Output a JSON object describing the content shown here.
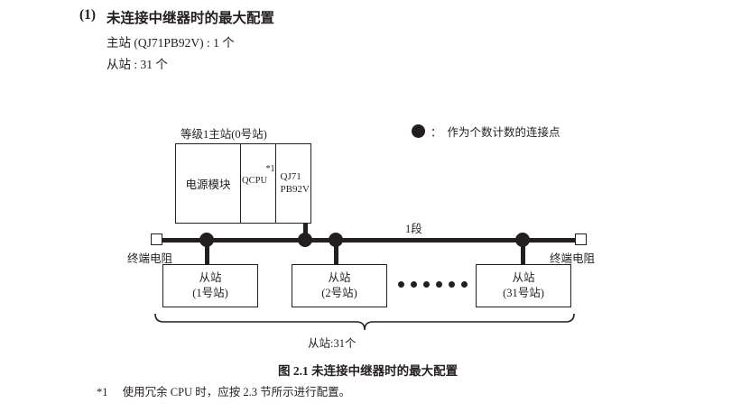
{
  "heading": {
    "number": "(1)",
    "title": "未连接中继器时的最大配置",
    "master_spec": "主站 (QJ71PB92V) : 1 个",
    "slave_spec": "从站 : 31 个"
  },
  "legend": {
    "icon": "filled-circle-icon",
    "colon": "：",
    "text": "作为个数计数的连接点"
  },
  "diagram": {
    "rack_label": "等级1主站(0号站)",
    "rack_cells": [
      {
        "name": "power-supply-module",
        "label": "电源模块"
      },
      {
        "name": "qcpu-module",
        "label": "QCPU",
        "note": "*1"
      },
      {
        "name": "network-module",
        "line1": "QJ71",
        "line2": "PB92V"
      }
    ],
    "segment_label": "1段",
    "terminator_left": "终端电阻",
    "terminator_right": "终端电阻",
    "slaves": [
      {
        "name": "slave-station-1",
        "line1": "从站",
        "line2": "(1号站)"
      },
      {
        "name": "slave-station-2",
        "line1": "从站",
        "line2": "(2号站)"
      },
      {
        "name": "slave-station-31",
        "line1": "从站",
        "line2": "(31号站)"
      }
    ],
    "ellipsis_dot_count": 6,
    "brace_label": "从站:31个"
  },
  "figure": {
    "caption": "图 2.1  未连接中继器时的最大配置"
  },
  "footnote": {
    "mark": "*1",
    "text": "使用冗余 CPU 时，应按 2.3 节所示进行配置。"
  },
  "colors": {
    "ink": "#231f20",
    "background": "#ffffff"
  }
}
